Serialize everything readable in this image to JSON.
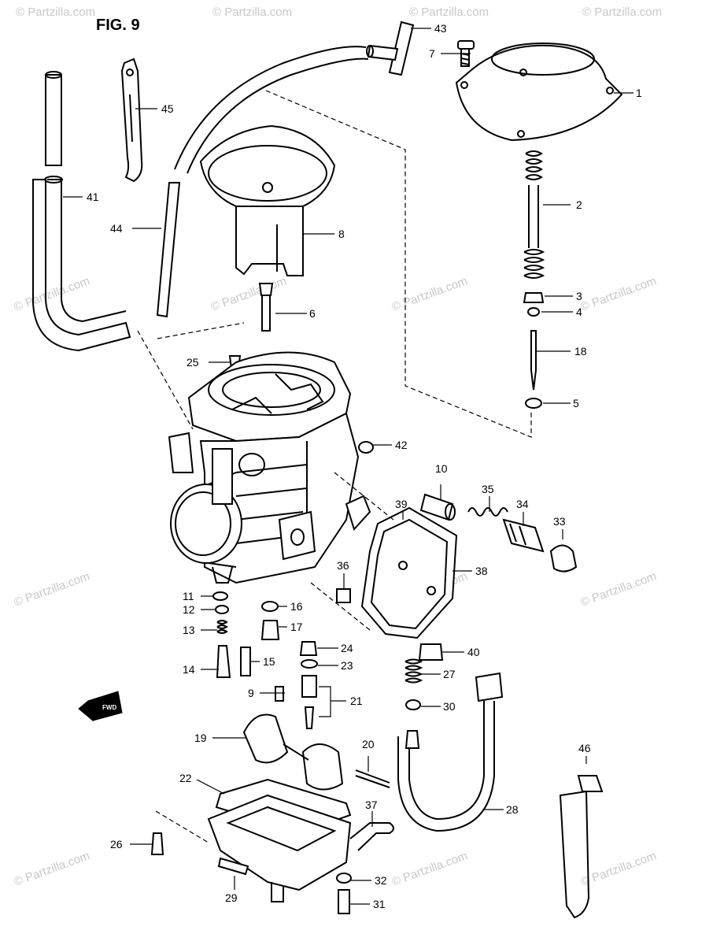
{
  "figure_title": "FIG. 9",
  "watermark_text": "© Partzilla.com",
  "callouts": [
    "1",
    "2",
    "3",
    "4",
    "5",
    "6",
    "7",
    "8",
    "9",
    "10",
    "11",
    "12",
    "13",
    "14",
    "15",
    "16",
    "17",
    "18",
    "19",
    "20",
    "21",
    "22",
    "23",
    "24",
    "25",
    "26",
    "27",
    "28",
    "29",
    "30",
    "31",
    "32",
    "33",
    "34",
    "35",
    "36",
    "37",
    "38",
    "39",
    "40",
    "41",
    "42",
    "43",
    "44",
    "45",
    "46"
  ],
  "front_arrow_label": "FWD",
  "colors": {
    "line": "#000000",
    "watermark": "#c8c8c8",
    "background": "#ffffff"
  }
}
